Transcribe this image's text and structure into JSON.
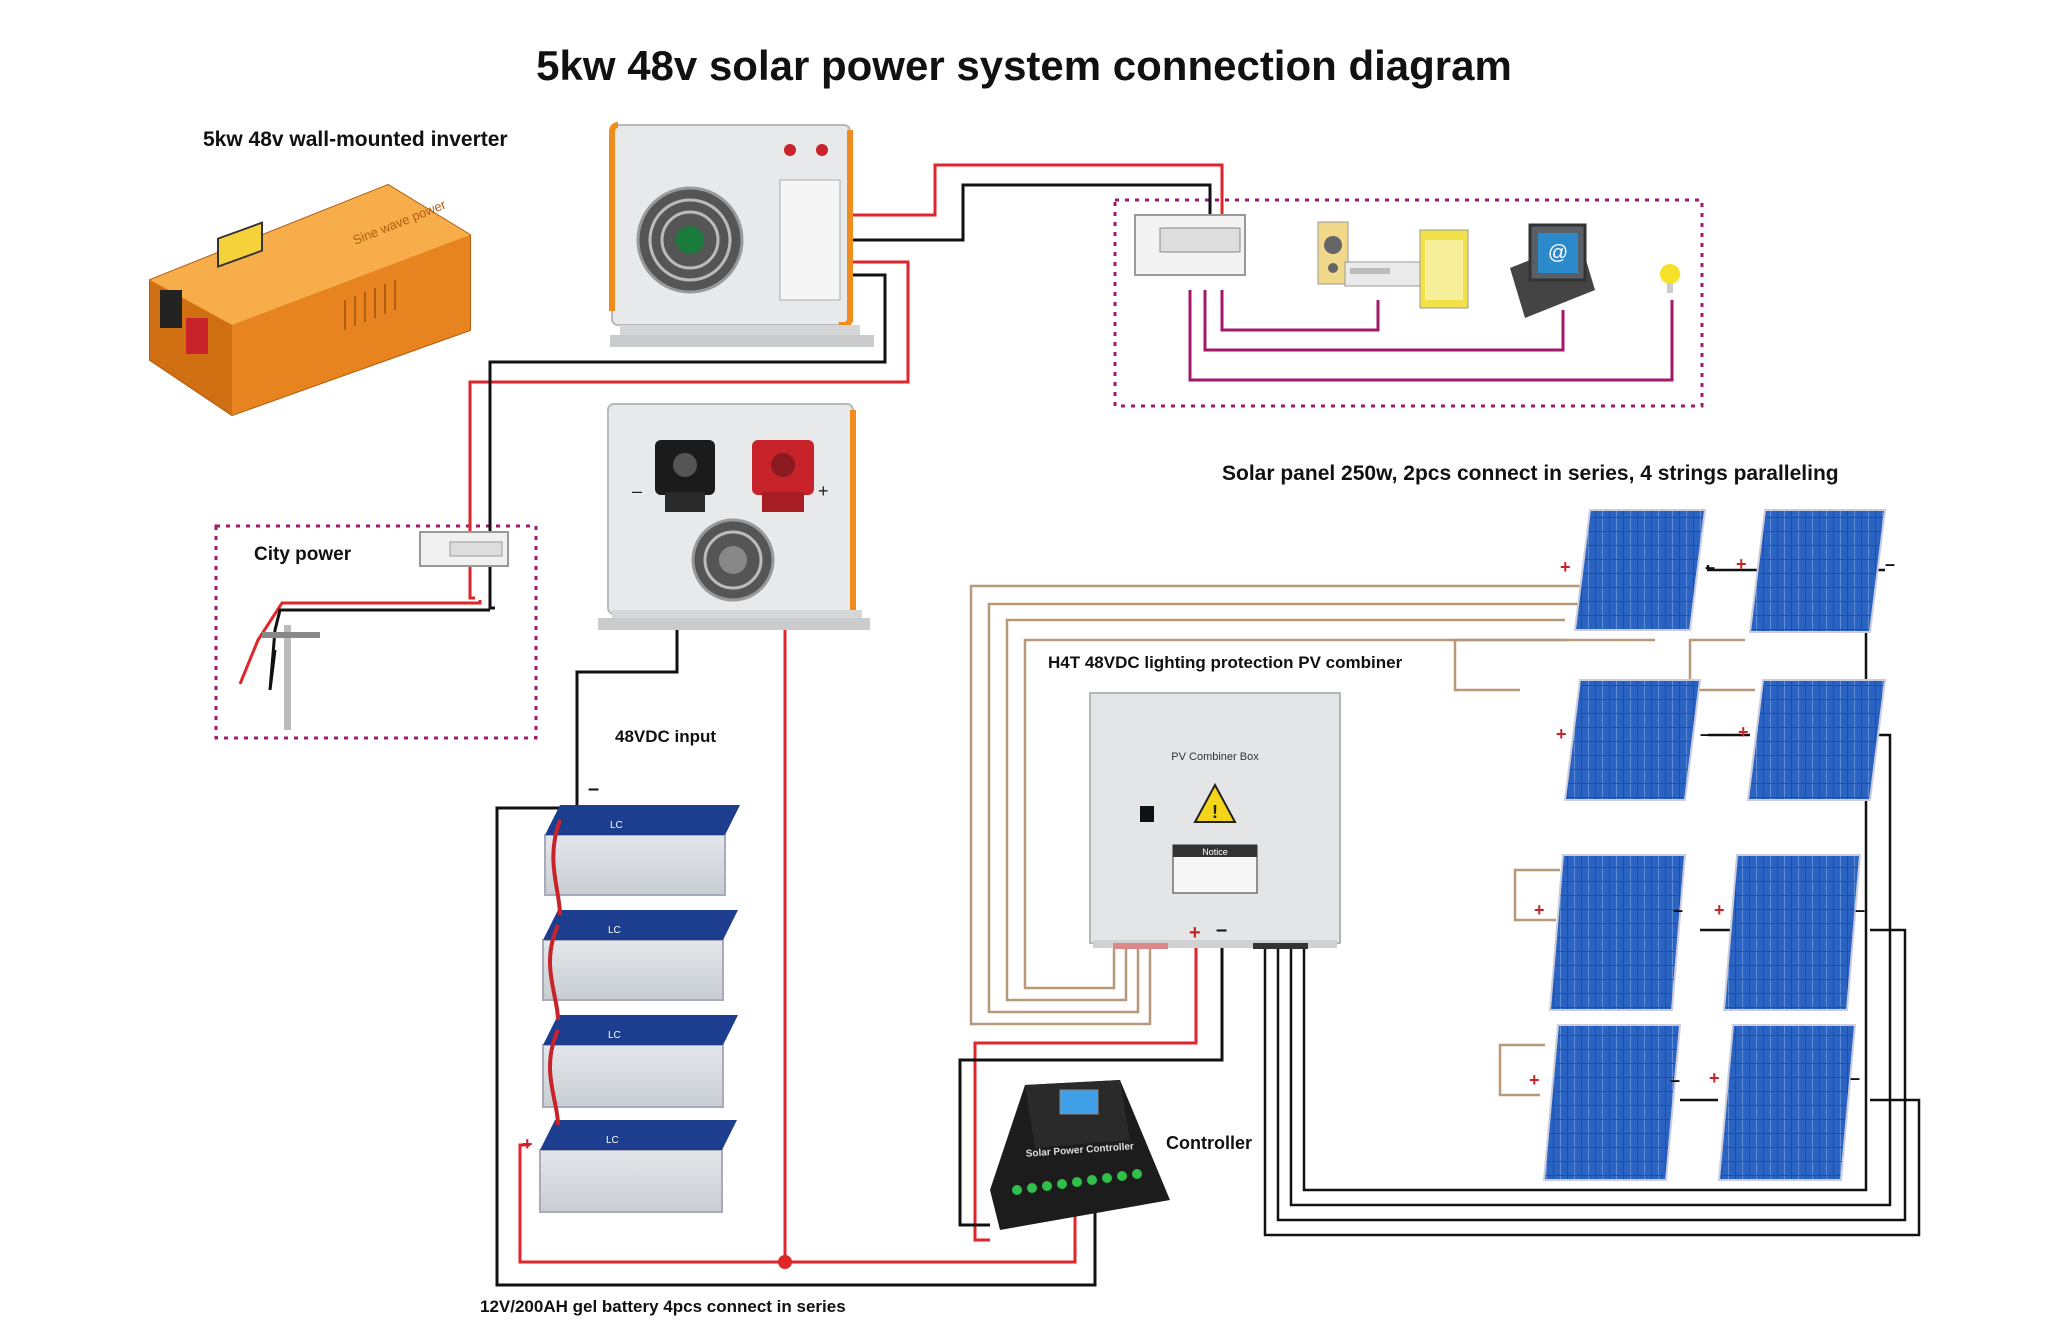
{
  "title": "5kw 48v solar power system connection diagram",
  "labels": {
    "inverter": "5kw 48v wall-mounted inverter",
    "city_power": "City power",
    "solar": "Solar panel 250w, 2pcs connect in series, 4 strings paralleling",
    "combiner": "H4T 48VDC lighting protection PV combiner",
    "dc_input": "48VDC input",
    "controller": "Controller",
    "battery": "12V/200AH gel battery 4pcs connect in series"
  },
  "device_text": {
    "inverter_brand": "Sine wave power",
    "combiner_box": "PV Combiner Box",
    "combiner_notice": "Notice",
    "controller_name": "Solar Power Controller",
    "battery_mark": "LC"
  },
  "polarity": {
    "plus": "+",
    "minus": "–"
  },
  "colors": {
    "positive_wire": "#e0252b",
    "negative_wire": "#111111",
    "ac_wire": "#a0196a",
    "pv_wire": "#b79878",
    "dotted_border": "#a0196a",
    "inverter_orange": "#f08c1e",
    "battery_blue": "#1d3d8f",
    "panel_blue": "#1d4fa6",
    "controller_body": "#1c1c1c"
  },
  "icons": [
    "fan-icon",
    "warning-triangle-icon",
    "light-bulb-icon",
    "computer-monitor-icon",
    "speaker-icon"
  ]
}
